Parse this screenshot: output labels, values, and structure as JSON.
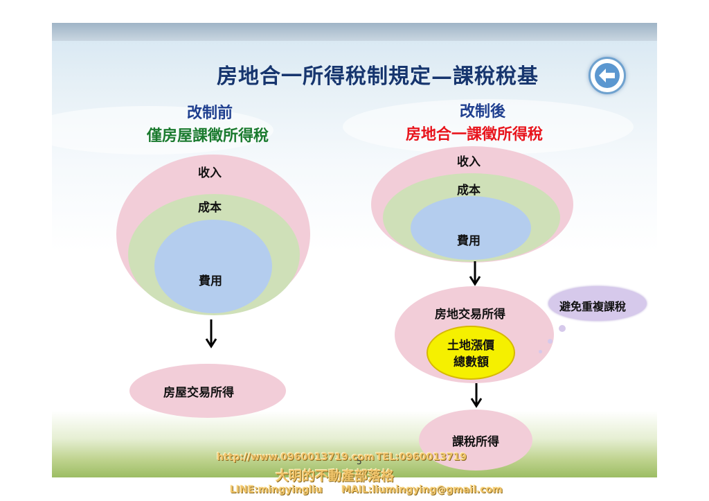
{
  "title": "房地合一所得稅制規定—課稅稅基",
  "icons": {
    "back": "back-arrow-icon"
  },
  "left": {
    "header_line1": "改制前",
    "header_line2": "僅房屋課徵所得稅",
    "outer": "收入",
    "middle": "成本",
    "inner": "費用",
    "result": "房屋交易所得"
  },
  "right": {
    "header_line1": "改制後",
    "header_line2": "房地合一課徵所得稅",
    "outer": "收入",
    "middle": "成本",
    "inner": "費用",
    "transaction": "房地交易所得",
    "land_line1": "土地漲價",
    "land_line2": "總數額",
    "note": "避免重複課稅",
    "result": "課稅所得"
  },
  "page_number": "5",
  "watermark": {
    "url": "http://www.0960013719.com",
    "tel": "TEL:0960013719",
    "blog": "大明的不動產部落格",
    "line": "LINE:mingyingliu",
    "mail": "MAIL:liumingying@gmail.com"
  },
  "colors": {
    "title": "#16356e",
    "header_before": "#1a7a2e",
    "header_after": "#e8141c",
    "outer": "#f2cdd8",
    "middle": "#cfe0b8",
    "inner": "#b4cdee",
    "highlight": "#f5f000"
  }
}
